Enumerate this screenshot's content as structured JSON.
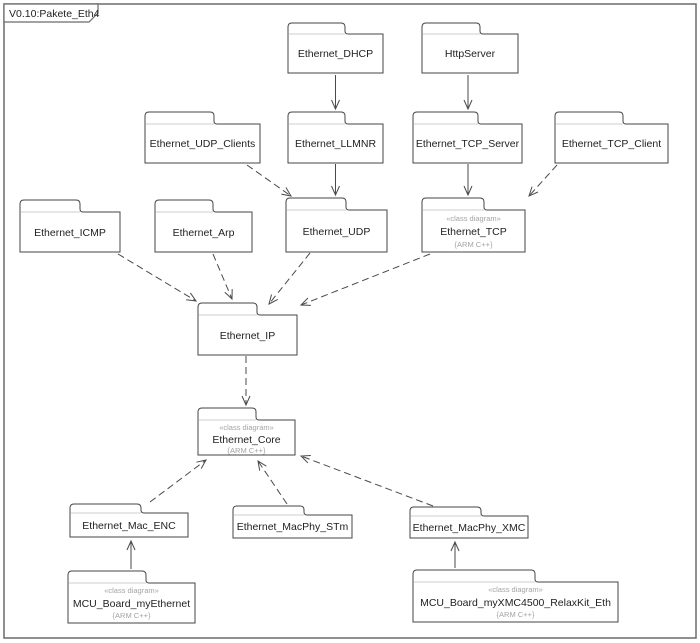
{
  "frame": {
    "title": "V0.10:Pakete_Eth4"
  },
  "colors": {
    "line": "#4a4a4a",
    "package_border": "#454545",
    "package_fill": "#ffffff",
    "muted_text": "#a3a3a3",
    "frame_border": "#6b6b6b",
    "background": "#ffffff"
  },
  "packages": {
    "dhcp": {
      "name": "Ethernet_DHCP"
    },
    "httpserver": {
      "name": "HttpServer"
    },
    "udp_clients": {
      "name": "Ethernet_UDP_Clients"
    },
    "llmnr": {
      "name": "Ethernet_LLMNR"
    },
    "tcp_server": {
      "name": "Ethernet_TCP_Server"
    },
    "tcp_client": {
      "name": "Ethernet_TCP_Client"
    },
    "icmp": {
      "name": "Ethernet_ICMP"
    },
    "arp": {
      "name": "Ethernet_Arp"
    },
    "udp": {
      "name": "Ethernet_UDP"
    },
    "tcp": {
      "stereotype": "«class diagram»",
      "name": "Ethernet_TCP",
      "tag": "{ARM C++}"
    },
    "ip": {
      "name": "Ethernet_IP"
    },
    "core": {
      "stereotype": "«class diagram»",
      "name": "Ethernet_Core",
      "tag": "{ARM C++}"
    },
    "mac_enc": {
      "name": "Ethernet_Mac_ENC"
    },
    "macphy_stm": {
      "name": "Ethernet_MacPhy_STm"
    },
    "macphy_xmc": {
      "name": "Ethernet_MacPhy_XMC"
    },
    "mcu_eth": {
      "stereotype": "«class diagram»",
      "name": "MCU_Board_myEthernet",
      "tag": "{ARM C++}"
    },
    "mcu_xmc": {
      "stereotype": "«class diagram»",
      "name": "MCU_Board_myXMC4500_RelaxKit_Eth",
      "tag": "{ARM C++}"
    }
  },
  "connectors": [
    {
      "from": "Ethernet_DHCP",
      "to": "Ethernet_LLMNR",
      "style": "solid"
    },
    {
      "from": "HttpServer",
      "to": "Ethernet_TCP_Server",
      "style": "solid"
    },
    {
      "from": "Ethernet_UDP_Clients",
      "to": "Ethernet_UDP",
      "style": "dashed"
    },
    {
      "from": "Ethernet_LLMNR",
      "to": "Ethernet_UDP",
      "style": "solid"
    },
    {
      "from": "Ethernet_TCP_Server",
      "to": "Ethernet_TCP",
      "style": "solid"
    },
    {
      "from": "Ethernet_TCP_Client",
      "to": "Ethernet_TCP",
      "style": "dashed"
    },
    {
      "from": "Ethernet_ICMP",
      "to": "Ethernet_IP",
      "style": "dashed"
    },
    {
      "from": "Ethernet_Arp",
      "to": "Ethernet_IP",
      "style": "dashed"
    },
    {
      "from": "Ethernet_UDP",
      "to": "Ethernet_IP",
      "style": "dashed"
    },
    {
      "from": "Ethernet_TCP",
      "to": "Ethernet_IP",
      "style": "dashed"
    },
    {
      "from": "Ethernet_IP",
      "to": "Ethernet_Core",
      "style": "dashed"
    },
    {
      "from": "Ethernet_Mac_ENC",
      "to": "Ethernet_Core",
      "style": "dashed"
    },
    {
      "from": "Ethernet_MacPhy_STm",
      "to": "Ethernet_Core",
      "style": "dashed"
    },
    {
      "from": "Ethernet_MacPhy_XMC",
      "to": "Ethernet_Core",
      "style": "dashed"
    },
    {
      "from": "MCU_Board_myEthernet",
      "to": "Ethernet_Mac_ENC",
      "style": "solid"
    },
    {
      "from": "MCU_Board_myXMC4500_RelaxKit_Eth",
      "to": "Ethernet_MacPhy_XMC",
      "style": "solid"
    }
  ]
}
